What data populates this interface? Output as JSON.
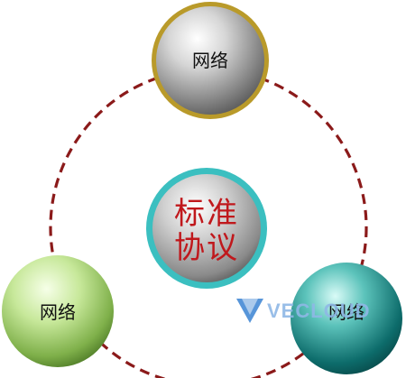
{
  "nodes": {
    "top_label": "网络",
    "left_label": "网络",
    "right_label": "网络",
    "center_line1": "标准",
    "center_line2": "协议"
  },
  "watermark": {
    "text": "VECLOUD"
  },
  "colors": {
    "ring": "#8b1a1a",
    "center_text": "#c0181c",
    "top_fill": "#9a9a9a",
    "top_border": "#b99a2a",
    "left_fill": "#a6d36a",
    "right_fill": "#1f8f8a",
    "center_fill": "#8e8e8e",
    "center_border": "#3bbfc0"
  }
}
